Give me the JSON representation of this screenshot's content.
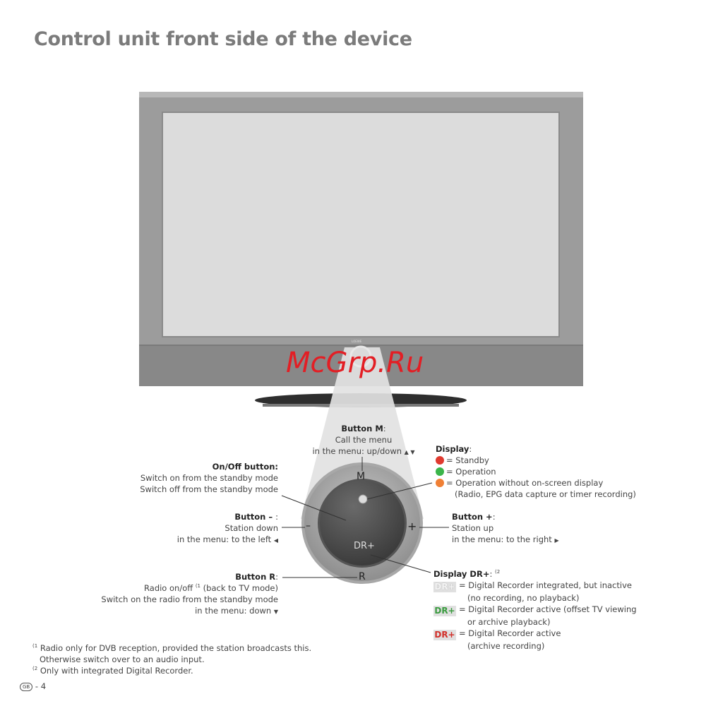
{
  "title": "Control unit front side of the device",
  "tv": {
    "logo": "LOEWE"
  },
  "watermark": "McGrp.Ru",
  "control": {
    "m": "M",
    "minus": "–",
    "plus": "+",
    "r": "R",
    "dr": "DR+"
  },
  "button_m": {
    "title": "Button M",
    "line1": "Call the menu",
    "line2": "in the menu: up/down",
    "arrows": "▲ ▼"
  },
  "onoff": {
    "title": "On/Off button:",
    "line1": "Switch on from the standby mode",
    "line2": "Switch off from the standby mode"
  },
  "button_minus": {
    "title": "Button – ",
    "line1": "Station down",
    "line2": "in the menu: to the left",
    "arrow": "◀"
  },
  "button_r": {
    "title": "Button R",
    "line1a": "Radio on/off",
    "sup": "(1",
    "line1b": "(back to TV mode)",
    "line2": "Switch on the radio from the standby mode",
    "line3": "in the menu: down",
    "arrow": "▼"
  },
  "display": {
    "title": "Display",
    "items": [
      {
        "color": "#e03a2f",
        "text": "= Standby"
      },
      {
        "color": "#3bb54a",
        "text": "= Operation"
      },
      {
        "color": "#f08035",
        "text": "= Operation without on-screen display"
      }
    ],
    "note": "(Radio, EPG data capture or timer recording)"
  },
  "button_plus": {
    "title": "Button +",
    "line1": "Station up",
    "line2": "in the menu: to the right",
    "arrow": "▶"
  },
  "display_dr": {
    "title": "Display DR+",
    "sup": "(2",
    "items": [
      {
        "badge": "DR+",
        "color": "#f4f4f4",
        "line1": "= Digital Recorder integrated, but inactive",
        "line2": "(no recording, no playback)"
      },
      {
        "badge": "DR+",
        "color": "#3a9b3f",
        "line1": "= Digital Recorder active (offset TV viewing",
        "line2": "or archive playback)"
      },
      {
        "badge": "DR+",
        "color": "#d2302a",
        "line1": "= Digital Recorder active",
        "line2": "(archive recording)"
      }
    ]
  },
  "footnotes": [
    {
      "mark": "(1",
      "text": "Radio only for DVB reception, provided the station broadcasts this.",
      "text2": "Otherwise switch over to an audio input."
    },
    {
      "mark": "(2",
      "text": "Only with integrated Digital Recorder."
    }
  ],
  "page": {
    "country": "GB",
    "number": "- 4"
  }
}
